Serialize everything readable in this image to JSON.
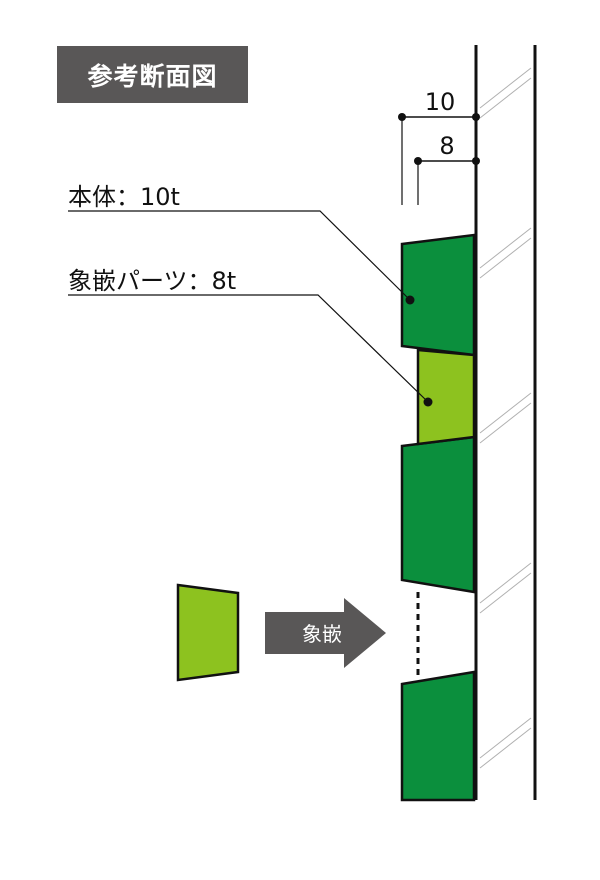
{
  "title": "参考断面図",
  "dimensions": {
    "outer": "10",
    "inner": "8"
  },
  "labels": {
    "body": "本体：10t",
    "inlay_part": "象嵌パーツ：8t"
  },
  "arrow": {
    "label": "象嵌"
  },
  "colors": {
    "body_green": "#0b8f3d",
    "inlay_green": "#8dc21f",
    "badge_gray": "#595757",
    "line": "#111111",
    "hatch": "#b0b0b0"
  }
}
